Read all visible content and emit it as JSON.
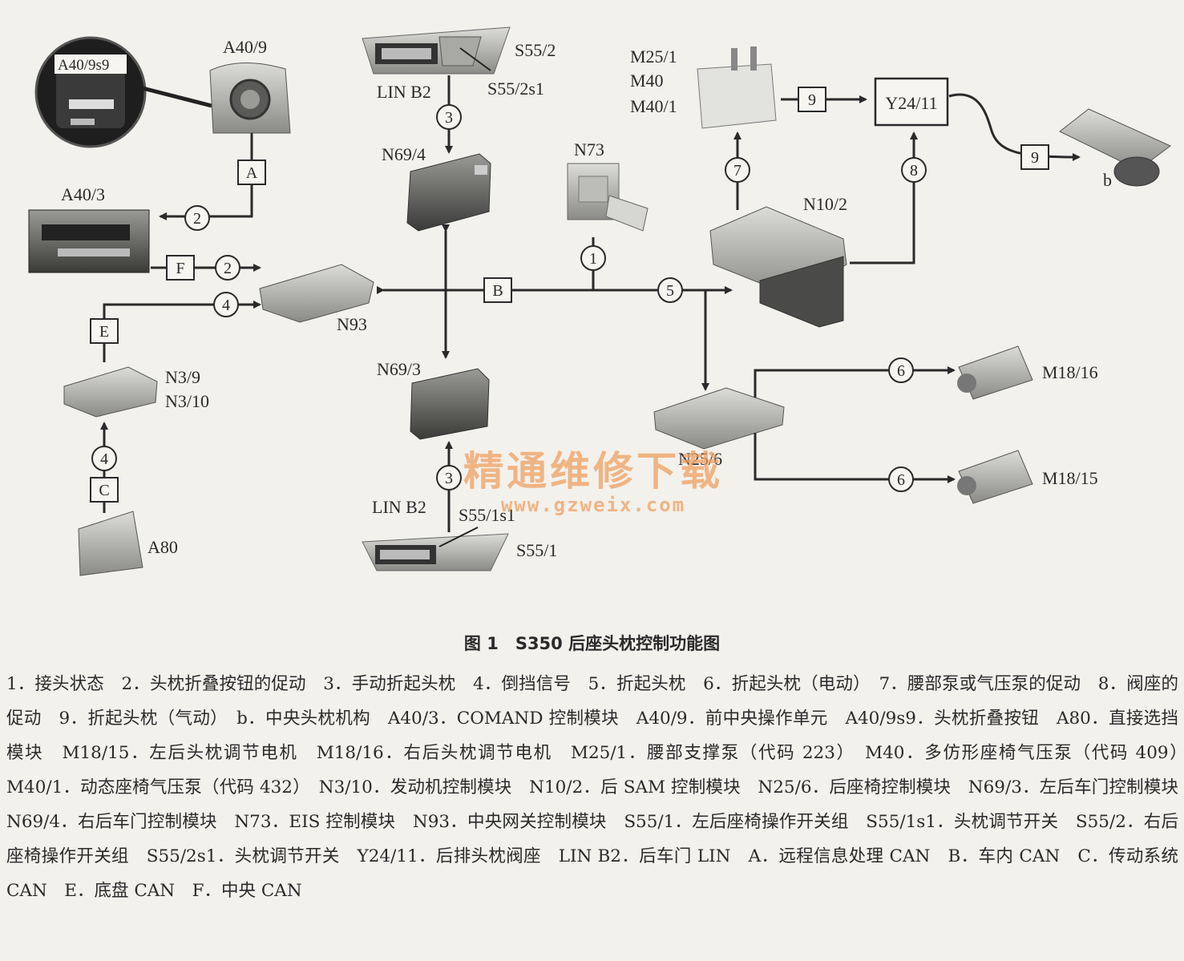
{
  "labels": {
    "a40_9": "A40/9",
    "a40_9s9": "A40/9s9",
    "s55_2": "S55/2",
    "s55_2s1": "S55/2s1",
    "lin_b2_top": "LIN B2",
    "lin_b2_bottom": "LIN B2",
    "n69_4": "N69/4",
    "n73": "N73",
    "m25_1": "M25/1",
    "m40": "M40",
    "m40_1": "M40/1",
    "y24_11": "Y24/11",
    "b": "b",
    "a40_3": "A40/3",
    "n10_2": "N10/2",
    "n93": "N93",
    "n3_9": "N3/9",
    "n3_10": "N3/10",
    "n69_3": "N69/3",
    "n25_6": "N25/6",
    "m18_16": "M18/16",
    "m18_15": "M18/15",
    "s55_1s1": "S55/1s1",
    "s55_1": "S55/1",
    "a80": "A80"
  },
  "connectors": {
    "A": "A",
    "B": "B",
    "C": "C",
    "E": "E",
    "F": "F",
    "n9a": "9",
    "n9b": "9"
  },
  "circles": {
    "c1": "1",
    "c2a": "2",
    "c2b": "2",
    "c3a": "3",
    "c3b": "3",
    "c4a": "4",
    "c4b": "4",
    "c5": "5",
    "c6a": "6",
    "c6b": "6",
    "c7": "7",
    "c8": "8"
  },
  "watermark": {
    "text": "精通维修下载",
    "url": "www.gzweix.com"
  },
  "caption": "图 1　S350 后座头枕控制功能图",
  "legend": "1．接头状态　2．头枕折叠按钮的促动　3．手动折起头枕　4．倒挡信号　5．折起头枕　6．折起头枕（电动）　7．腰部泵或气压泵的促动　8．阀座的促动　9．折起头枕（气动）　b．中央头枕机构　A40/3．COMAND 控制模块　A40/9．前中央操作单元　A40/9s9．头枕折叠按钮　A80．直接选挡模块　M18/15．左后头枕调节电机　M18/16．右后头枕调节电机　M25/1．腰部支撑泵（代码 223）　M40．多仿形座椅气压泵（代码 409）　M40/1．动态座椅气压泵（代码 432）　N3/10．发动机控制模块　N10/2．后 SAM 控制模块　N25/6．后座椅控制模块　N69/3．左后车门控制模块　N69/4．右后车门控制模块　N73．EIS 控制模块　N93．中央网关控制模块　S55/1．左后座椅操作开关组　S55/1s1．头枕调节开关　S55/2．右后座椅操作开关组　S55/2s1．头枕调节开关　Y24/11．后排头枕阀座　LIN B2．后车门 LIN　A．远程信息处理 CAN　B．车内 CAN　C．传动系统 CAN　E．底盘 CAN　F．中央 CAN"
}
